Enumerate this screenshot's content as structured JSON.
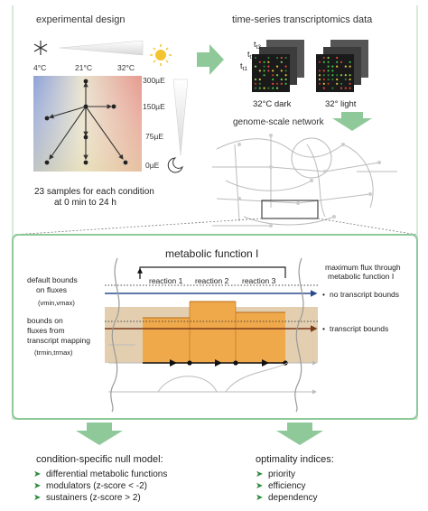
{
  "design": {
    "title": "experimental design",
    "temps": [
      "4°C",
      "21°C",
      "32°C"
    ],
    "lights": [
      "300µE",
      "150µE",
      "75µE",
      "0µE"
    ],
    "samples_line1": "23 samples for each condition",
    "samples_line2": "at 0 min to 24 h"
  },
  "transcriptomics": {
    "title": "time-series transcriptomics data",
    "t3": "t3",
    "t2": "t2",
    "t1": "t1",
    "dark_label": "32°C dark",
    "light_label": "32° light"
  },
  "network": {
    "title": "genome-scale network"
  },
  "metabolic": {
    "title": "metabolic function I",
    "reactions": [
      "reaction 1",
      "reaction 2",
      "reaction 3"
    ],
    "default_bounds_l1": "default bounds",
    "default_bounds_l2": "on fluxes",
    "default_bounds_l3": "(vmin,vmax)",
    "transcript_l1": "bounds on",
    "transcript_l2": "fluxes from",
    "transcript_l3": "transcript mapping",
    "transcript_l4": "(trmin,trmax)",
    "maxflux_l1": "maximum flux through",
    "maxflux_l2": "metabolic function I",
    "no_transcript": "no transcript bounds",
    "transcript_bounds": "transcript bounds"
  },
  "null_model": {
    "title": "condition-specific null model:",
    "items": [
      "differential metabolic functions",
      "modulators (z-score < -2)",
      "sustainers (z-score > 2)"
    ]
  },
  "optimality": {
    "title": "optimality indices:",
    "items": [
      "priority",
      "efficiency",
      "dependency"
    ]
  },
  "colors": {
    "arrow_green": "#8fc99a",
    "bar_orange": "#f0a94a",
    "bar_bg": "#e3cfb0",
    "line_blue": "#2b4a8f",
    "line_brown": "#7a3a1a"
  }
}
